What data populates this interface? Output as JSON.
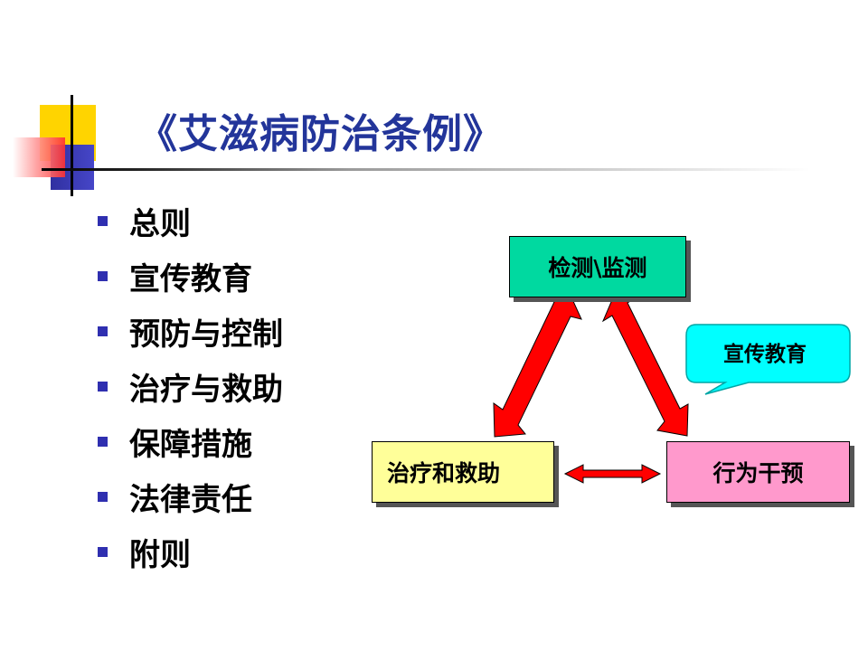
{
  "slide": {
    "title": "《艾滋病防治条例》",
    "bullets": [
      "总则",
      "宣传教育",
      "预防与控制",
      "治疗与救助",
      "保障措施",
      "法律责任",
      "附则"
    ]
  },
  "diagram": {
    "nodes": {
      "detect": "检测\\监测",
      "treat": "治疗和救助",
      "behavior": "行为干预"
    },
    "callout": "宣传教育",
    "colors": {
      "title": "#23359a",
      "bullet": "#2f2fb0",
      "detect_fill": "#00d9a0",
      "treat_fill": "#ffff99",
      "behavior_fill": "#ff99cc",
      "callout_fill": "#00ffff",
      "arrow": "#ff0000"
    }
  }
}
